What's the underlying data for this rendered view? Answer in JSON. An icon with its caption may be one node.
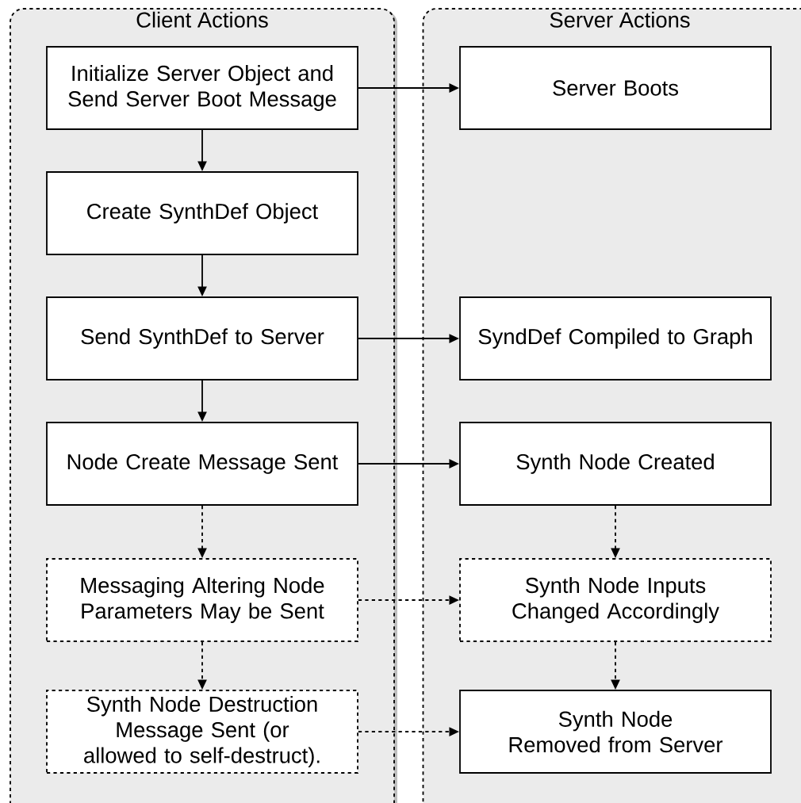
{
  "diagram": {
    "nodes": [
      {
        "text": [
          "Client Actions"
        ]
      },
      {
        "text": [
          "Server Actions"
        ]
      },
      {
        "text": [
          "Initialize Server Object and Send Server Boot Message"
        ],
        "in": 0
      },
      {
        "text": [
          "Create SynthDef Object"
        ],
        "in": 0
      },
      {
        "text": [
          "Send SynthDef to Server"
        ],
        "in": 0
      },
      {
        "text": [
          "Node Create Message Sent"
        ],
        "in": 0
      },
      {
        "text": [
          "Messaging Altering Node Parameters May be Sent"
        ],
        "in": 0
      },
      {
        "text": [
          "Synth Node Destruction Message Sent (or allowed to self-destruct)."
        ],
        "in": 0
      },
      {
        "text": [
          "Server Boots"
        ],
        "in": 1
      },
      {
        "text": [
          "SyndDef Compiled to Graph"
        ],
        "in": 1
      },
      {
        "text": [
          "Synth Node Created"
        ],
        "in": 1
      },
      {
        "text": [
          "Synth Node Inputs Changed Accordingly"
        ],
        "in": 1
      },
      {
        "text": [
          "Synth Node Removed from Server"
        ],
        "in": 1
      }
    ],
    "edges": [
      {
        "from": 2,
        "to": 8,
        "arrow": "to"
      },
      {
        "from": 2,
        "to": 3,
        "arrow": "to"
      },
      {
        "from": 3,
        "to": 4,
        "arrow": "to"
      },
      {
        "from": 4,
        "to": 9,
        "arrow": "to"
      },
      {
        "from": 4,
        "to": 5,
        "arrow": "to"
      },
      {
        "from": 5,
        "to": 10,
        "arrow": "to"
      },
      {
        "from": 5,
        "to": 6,
        "arrow": "to",
        "style": "dashed"
      },
      {
        "from": 6,
        "to": 11,
        "arrow": "to",
        "style": "dashed"
      },
      {
        "from": 6,
        "to": 7,
        "arrow": "to",
        "style": "dashed"
      },
      {
        "from": 7,
        "to": 12,
        "arrow": "to",
        "style": "dashed"
      },
      {
        "from": 10,
        "to": 11,
        "arrow": "to",
        "style": "dashed"
      },
      {
        "from": 11,
        "to": 12,
        "arrow": "to",
        "style": "dashed"
      }
    ]
  }
}
